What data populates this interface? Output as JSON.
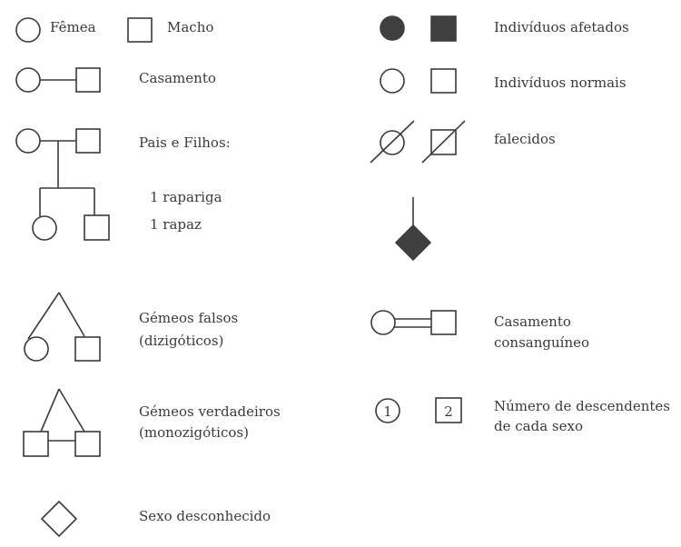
{
  "legend": {
    "female": "Fêmea",
    "male": "Macho",
    "marriage": "Casamento",
    "parents_children": "Pais e Filhos:",
    "girl": "1 rapariga",
    "boy": "1 rapaz",
    "fraternal_twins_1": "Gémeos falsos",
    "fraternal_twins_2": "(dizigóticos)",
    "identical_twins_1": "Gémeos verdadeiros",
    "identical_twins_2": "(monozigóticos)",
    "unknown_sex": "Sexo desconhecido",
    "affected": "Indivíduos afetados",
    "normal": "Indivíduos normais",
    "deceased": "falecidos",
    "consanguineous_1": "Casamento",
    "consanguineous_2": "consanguíneo",
    "count_female": "1",
    "count_male": "2",
    "count_desc_1": "Número de descendentes",
    "count_desc_2": "de cada sexo"
  }
}
